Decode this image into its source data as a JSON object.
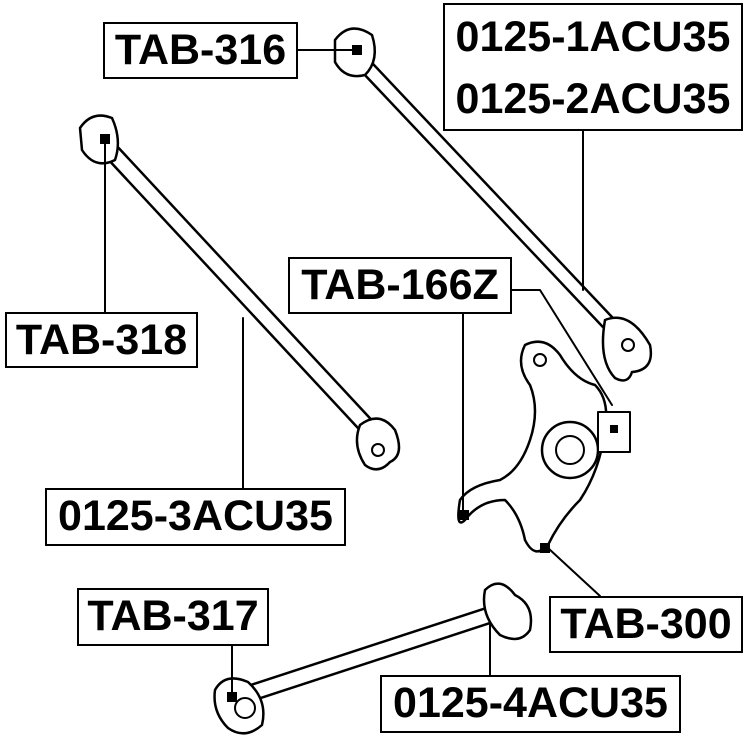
{
  "labels": {
    "tab316": "TAB-316",
    "acu35_1": "0125-1ACU35",
    "acu35_2": "0125-2ACU35",
    "tab318": "TAB-318",
    "tab166z": "TAB-166Z",
    "acu35_3": "0125-3ACU35",
    "tab317": "TAB-317",
    "tab300": "TAB-300",
    "acu35_4": "0125-4ACU35"
  },
  "colors": {
    "line": "#000000",
    "background": "#ffffff"
  }
}
